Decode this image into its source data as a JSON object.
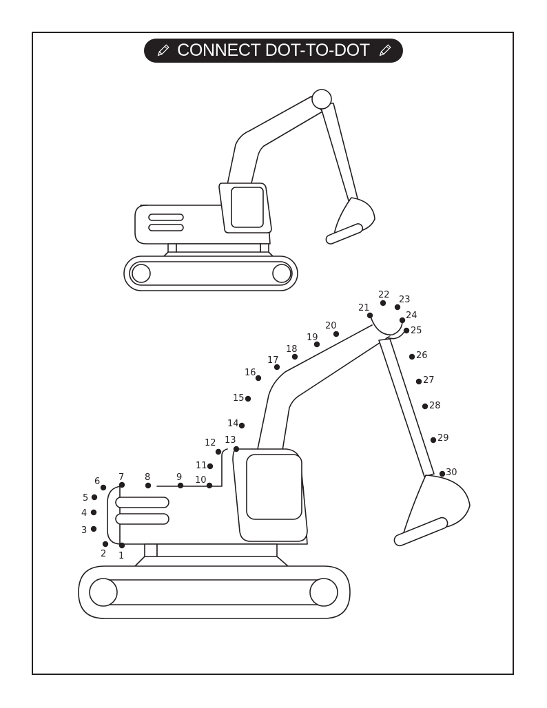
{
  "title": "CONNECT DOT-TO-DOT",
  "icons": {
    "title_left": "pencil-icon",
    "title_right": "pencil-icon"
  },
  "colors": {
    "ink": "#231f20",
    "paper": "#ffffff",
    "title_bg": "#231f20",
    "title_text": "#ffffff"
  },
  "dots": [
    {
      "label": "1"
    },
    {
      "label": "2"
    },
    {
      "label": "3"
    },
    {
      "label": "4"
    },
    {
      "label": "5"
    },
    {
      "label": "6"
    },
    {
      "label": "7"
    },
    {
      "label": "8"
    },
    {
      "label": "9"
    },
    {
      "label": "10"
    },
    {
      "label": "11"
    },
    {
      "label": "12"
    },
    {
      "label": "13"
    },
    {
      "label": "14"
    },
    {
      "label": "15"
    },
    {
      "label": "16"
    },
    {
      "label": "17"
    },
    {
      "label": "18"
    },
    {
      "label": "19"
    },
    {
      "label": "20"
    },
    {
      "label": "21"
    },
    {
      "label": "22"
    },
    {
      "label": "23"
    },
    {
      "label": "24"
    },
    {
      "label": "25"
    },
    {
      "label": "26"
    },
    {
      "label": "27"
    },
    {
      "label": "28"
    },
    {
      "label": "29"
    },
    {
      "label": "30"
    }
  ]
}
